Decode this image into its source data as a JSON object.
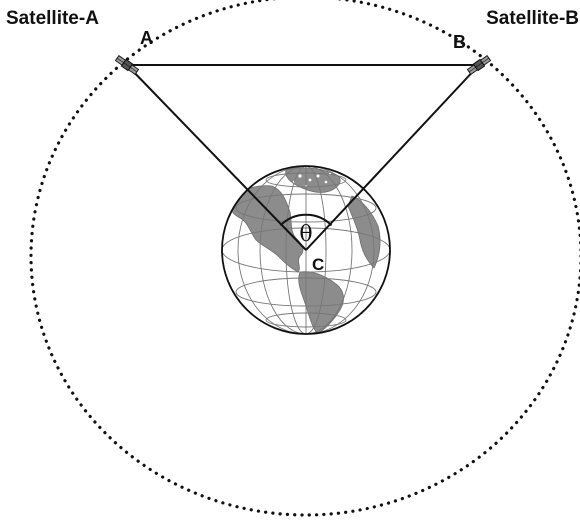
{
  "satellite_a": {
    "name": "Satellite-A",
    "point": "A"
  },
  "satellite_b": {
    "name": "Satellite-B",
    "point": "B"
  },
  "angle": {
    "symbol": "θ"
  },
  "center": {
    "label": "C"
  },
  "colors": {
    "line": "#111111",
    "globe_land": "#8c8c8c",
    "globe_ocean": "#ffffff",
    "grid": "#777777"
  }
}
